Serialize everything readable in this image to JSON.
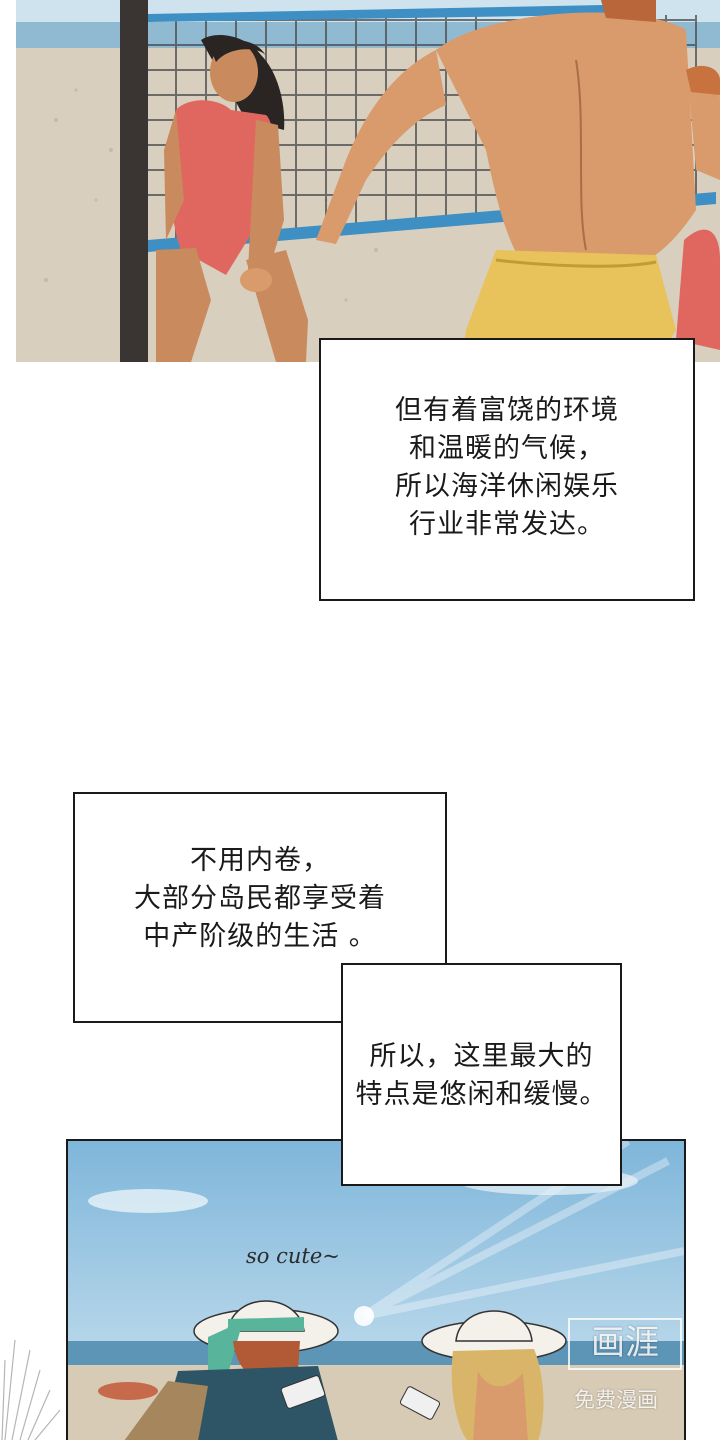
{
  "caption_1": {
    "lines": [
      "但有着富饶的环境",
      "和温暖的气候，",
      "所以海洋休闲娱乐",
      "行业非常发达。"
    ]
  },
  "caption_2": {
    "lines": [
      "不用内卷，",
      "大部分岛民都享受着",
      "中产阶级的生活 。"
    ]
  },
  "caption_3": {
    "lines": [
      "所以，这里最大的",
      "特点是悠闲和缓慢。"
    ]
  },
  "bottom_panel": {
    "handwritten_text": "so cute~"
  },
  "watermark": {
    "logo_text": "画涯",
    "subtitle": "免费漫画"
  },
  "colors": {
    "sand": "#d9cfbf",
    "sea": "#6fa7c4",
    "sky": "#a9cfe6",
    "skin": "#d99a6c",
    "swimsuit": "#e0675f",
    "shorts": "#e8c25a",
    "net_band": "#3d8fc4",
    "panel_border": "#1a1a1a"
  }
}
